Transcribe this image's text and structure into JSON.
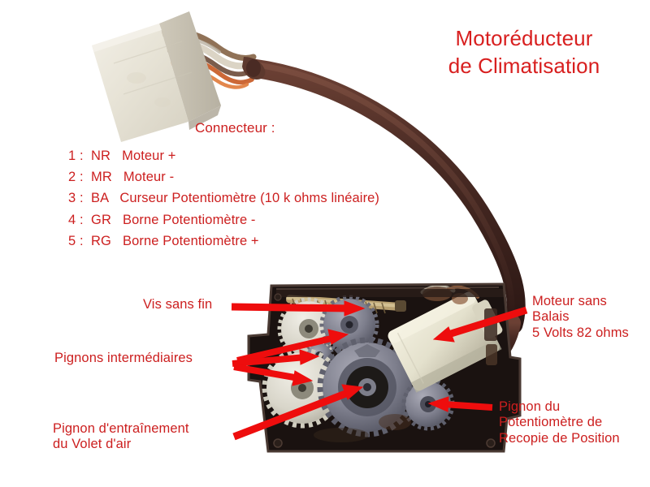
{
  "title": {
    "line1": "Motoréducteur",
    "line2": "de Climatisation"
  },
  "connector": {
    "heading": "Connecteur :",
    "pins": [
      "1 :  NR   Moteur +",
      "2 :  MR   Moteur -",
      "3 :  BA   Curseur Potentiomètre (10 k ohms linéaire)",
      "4 :  GR   Borne Potentiomètre -",
      "5 :  RG   Borne Potentiomètre +"
    ]
  },
  "callouts": {
    "worm_screw": "Vis sans fin",
    "intermediate_gears": "Pignons intermédiaires",
    "output_gear_l1": "Pignon d'entraînement",
    "output_gear_l2": "du Volet d'air",
    "motor_l1": "Moteur sans",
    "motor_l2": "Balais",
    "motor_l3": "5 Volts 82 ohms",
    "pot_gear_l1": "Pignon du",
    "pot_gear_l2": "Potentiomètre de",
    "pot_gear_l3": "Recopie de Position"
  },
  "colors": {
    "text_red": "#cc1f1f",
    "title_red": "#d81f1f",
    "arrow_red": "#ee0d0d",
    "background": "#ffffff",
    "housing_black": "#1a1514",
    "gear_grey": "#8e8f9c",
    "gear_white": "#e6e4dc",
    "motor_cream": "#e9e7d4",
    "cable_brown": "#4a2b24",
    "connector_cream": "#e8e4d8",
    "brass": "#b8a070"
  }
}
